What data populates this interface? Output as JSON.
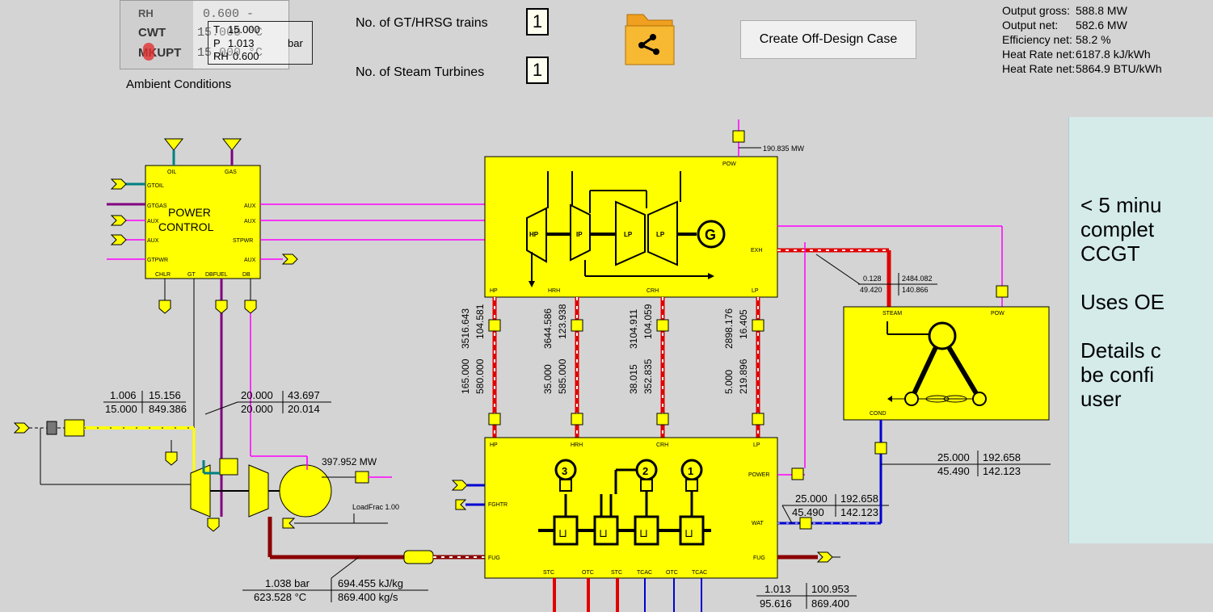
{
  "ambient": {
    "rows": [
      {
        "label": "RH",
        "val": "0.600 -"
      },
      {
        "label": "CWT",
        "val": "15.000 °C"
      },
      {
        "label": "MKUPT",
        "val": "15.000 °C"
      }
    ],
    "t_sym": "T",
    "t_val": "15.000",
    "p_sym": "P",
    "p_val": "1.013",
    "p_unit": "bar",
    "rh_sym": "RH",
    "rh_val": "0.600",
    "caption": "Ambient Conditions"
  },
  "header": {
    "gt_label": "No. of GT/HRSG trains",
    "gt_value": "1",
    "st_label": "No. of Steam Turbines",
    "st_value": "1",
    "off_design_button": "Create Off-Design Case"
  },
  "summary": [
    {
      "label": "Output gross:",
      "value": "588.8 MW"
    },
    {
      "label": "Output net:",
      "value": "582.6 MW"
    },
    {
      "label": "Efficiency net:",
      "value": "58.2 %"
    },
    {
      "label": "Heat Rate net:",
      "value": "6187.8 kJ/kWh"
    },
    {
      "label": "Heat Rate net:",
      "value": "5864.9 BTU/kWh"
    }
  ],
  "callout": {
    "lines": [
      "< 5 minu",
      "complet",
      "CCGT",
      "",
      "Uses OE",
      "",
      "Details c",
      "be confi",
      "user"
    ]
  },
  "power_control": {
    "title1": "POWER",
    "title2": "CONTROL",
    "ports": {
      "oil": "OIL",
      "gas": "GAS",
      "gtoil": "GTOIL",
      "gtgas": "GTGAS",
      "aux": "AUX",
      "gtpwr": "GTPWR",
      "stpwr": "STPWR",
      "chlr": "CHLR",
      "gt": "GT",
      "dbfuel": "DBFUEL",
      "db": "DB"
    }
  },
  "steam_turbine": {
    "ports": {
      "pow": "POW",
      "exh": "EXH",
      "hp": "HP",
      "hrh": "HRH",
      "crh": "CRH",
      "lp": "LP"
    },
    "stages": [
      "HP",
      "IP",
      "LP",
      "LP"
    ],
    "gen": "G",
    "power": "190.835 MW"
  },
  "gas_turbine": {
    "power": "397.952 MW",
    "load_frac": "LoadFrac 1.00",
    "fuel_a": "1.006",
    "fuel_b": "15.156",
    "fuel_c": "15.000",
    "fuel_d": "849.386",
    "gas_a": "20.000",
    "gas_b": "43.697",
    "gas_c": "20.000",
    "gas_d": "20.014",
    "exh_p": "1.038 bar",
    "exh_h": "694.455 kJ/kg",
    "exh_t": "623.528 °C",
    "exh_m": "869.400 kg/s"
  },
  "hrsg": {
    "ports": {
      "hp": "HP",
      "hrh": "HRH",
      "crh": "CRH",
      "lp": "LP",
      "power": "POWER",
      "fghtr": "FGHTR",
      "wat": "WAT",
      "fug": "FUG",
      "fug2": "FUG"
    },
    "bottom_ports": [
      "STC",
      "OTC",
      "STC",
      "TCAC",
      "OTC",
      "TCAC"
    ],
    "pumps": [
      "3",
      "2",
      "1"
    ],
    "stack_a": "1.013",
    "stack_b": "100.953",
    "stack_c": "95.616",
    "stack_d": "869.400"
  },
  "streams": {
    "hp_top": [
      "3516.643",
      "104.581"
    ],
    "hp_bot": [
      "165.000",
      "580.000"
    ],
    "hrh_top": [
      "3644.586",
      "123.938"
    ],
    "hrh_bot": [
      "35.000",
      "585.000"
    ],
    "crh_top": [
      "3104.911",
      "104.059"
    ],
    "crh_bot": [
      "38.015",
      "352.835"
    ],
    "lp_top": [
      "2898.176",
      "16.405"
    ],
    "lp_bot": [
      "5.000",
      "219.896"
    ],
    "exh_a": "0.128",
    "exh_b": "2484.082",
    "exh_c": "49.420",
    "exh_d": "140.866",
    "cond_a": "25.000",
    "cond_b": "192.658",
    "cond_c": "45.490",
    "cond_d": "142.123",
    "wat_a": "25.000",
    "wat_b": "192.658",
    "wat_c": "45.490",
    "wat_d": "142.123"
  },
  "condenser": {
    "steam": "STEAM",
    "pow": "POW",
    "cond": "COND"
  },
  "colors": {
    "yellow": "#ffff00",
    "steam_red": "#e00000",
    "exhaust_dark": "#8b0000",
    "water_blue": "#0000d0",
    "power_magenta": "#ff00ff",
    "gas_purple": "#800080",
    "oil_teal": "#008080",
    "callout_bg": "#d4ebea"
  }
}
